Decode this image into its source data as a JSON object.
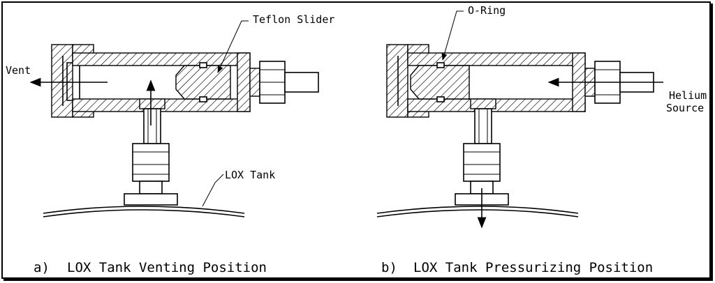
{
  "figure": {
    "panel_a": {
      "caption_letter": "a)",
      "caption_text": "LOX Tank Venting Position",
      "label_vent": "Vent",
      "label_slider": "Teflon Slider",
      "label_tank": "LOX Tank"
    },
    "panel_b": {
      "caption_letter": "b)",
      "caption_text": "LOX Tank Pressurizing Position",
      "label_oring": "O-Ring",
      "label_helium_1": "Helium",
      "label_helium_2": "Source"
    }
  }
}
